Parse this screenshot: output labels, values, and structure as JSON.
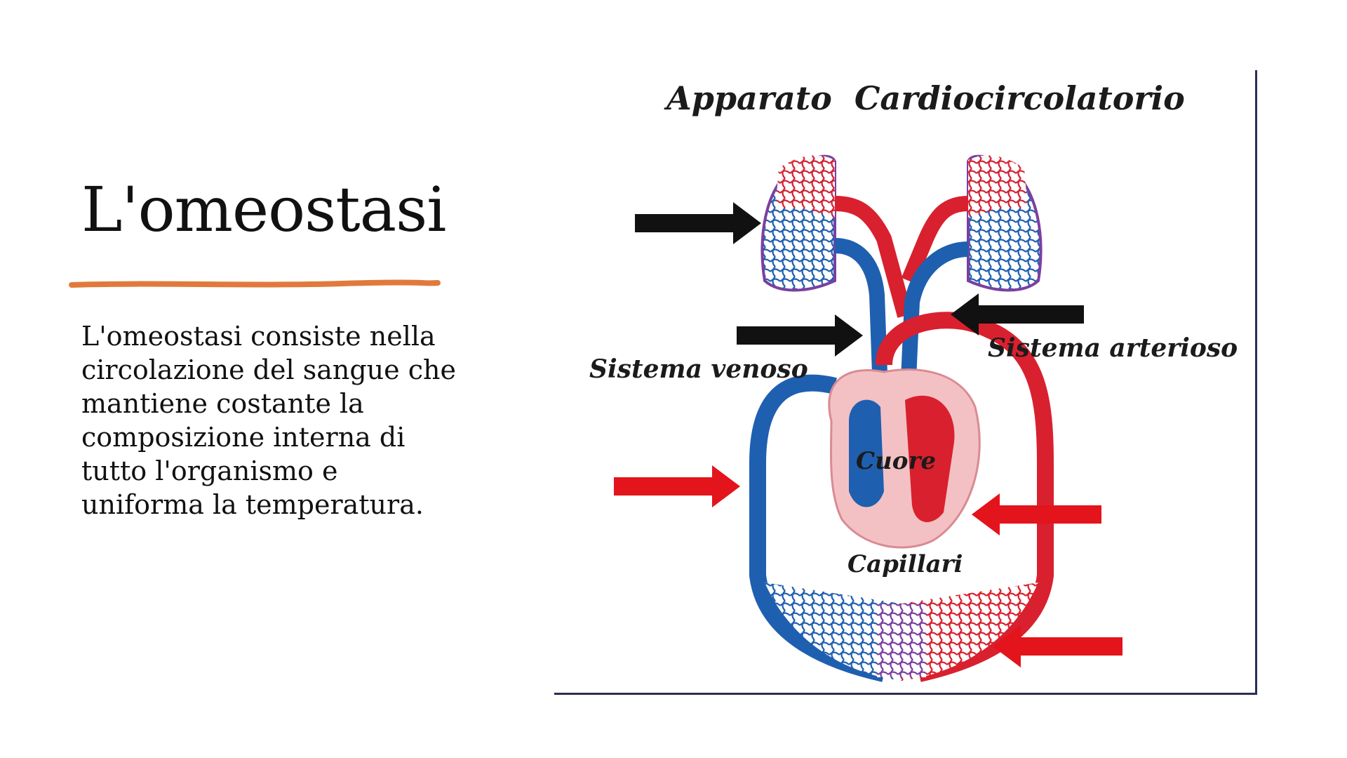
{
  "slide": {
    "title": "L'omeostasi",
    "body": "L'omeostasi consiste nella circolazione del sangue che mantiene costante la composizione interna di tutto l'organismo e uniforma la temperatura.",
    "accent_color": "#e07a3c"
  },
  "diagram": {
    "heading": "Apparato  Cardiocircolatorio",
    "labels": {
      "venous": "Sistema venoso",
      "arterial": "Sistema arterioso",
      "heart": "Cuore",
      "capillaries": "Capillari"
    },
    "colors": {
      "venous": "#1f5fb0",
      "arterial": "#d9202e",
      "heart_fill": "#f3c1c3",
      "arrow_black": "#111111",
      "arrow_red": "#e3141c"
    },
    "icons": [
      "arrow-right-black",
      "arrow-left-black",
      "arrow-right-red",
      "arrow-left-red",
      "lung-left",
      "lung-right",
      "heart"
    ]
  }
}
